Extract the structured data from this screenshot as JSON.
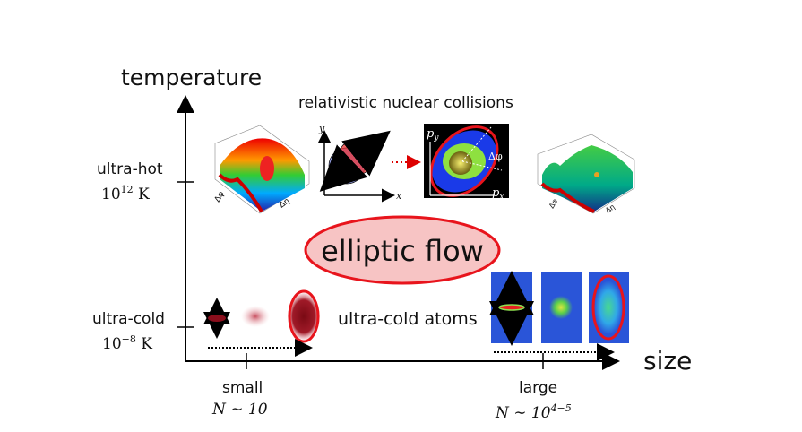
{
  "axes": {
    "y_label": "temperature",
    "x_label": "size"
  },
  "y_ticks": [
    {
      "label": "ultra-hot",
      "value": "10",
      "exp": "12",
      "unit": " K"
    },
    {
      "label": "ultra-cold",
      "value": "10",
      "exp": "−8",
      "unit": " K"
    }
  ],
  "x_ticks": [
    {
      "label": "small",
      "value": "N ∼ 10",
      "exp": ""
    },
    {
      "label": "large",
      "value": "N ∼ 10",
      "exp": "4−5"
    }
  ],
  "nuclear": {
    "title": "relativistic nuclear collisions",
    "plot_axis_dphi": "Δφ",
    "plot_axis_deta": "Δη",
    "collision_x": "x",
    "collision_y": "y",
    "momentum_px": "p",
    "momentum_px_sub": "x",
    "momentum_py": "p",
    "momentum_py_sub": "y",
    "momentum_angle": "Δφ"
  },
  "center_label": "elliptic flow",
  "atoms": {
    "title": "ultra-cold atoms"
  },
  "colors": {
    "accent_red": "#e8141c",
    "ellipse_fill": "#f7c4c4",
    "atom_image_bg": "#2a55d8"
  }
}
